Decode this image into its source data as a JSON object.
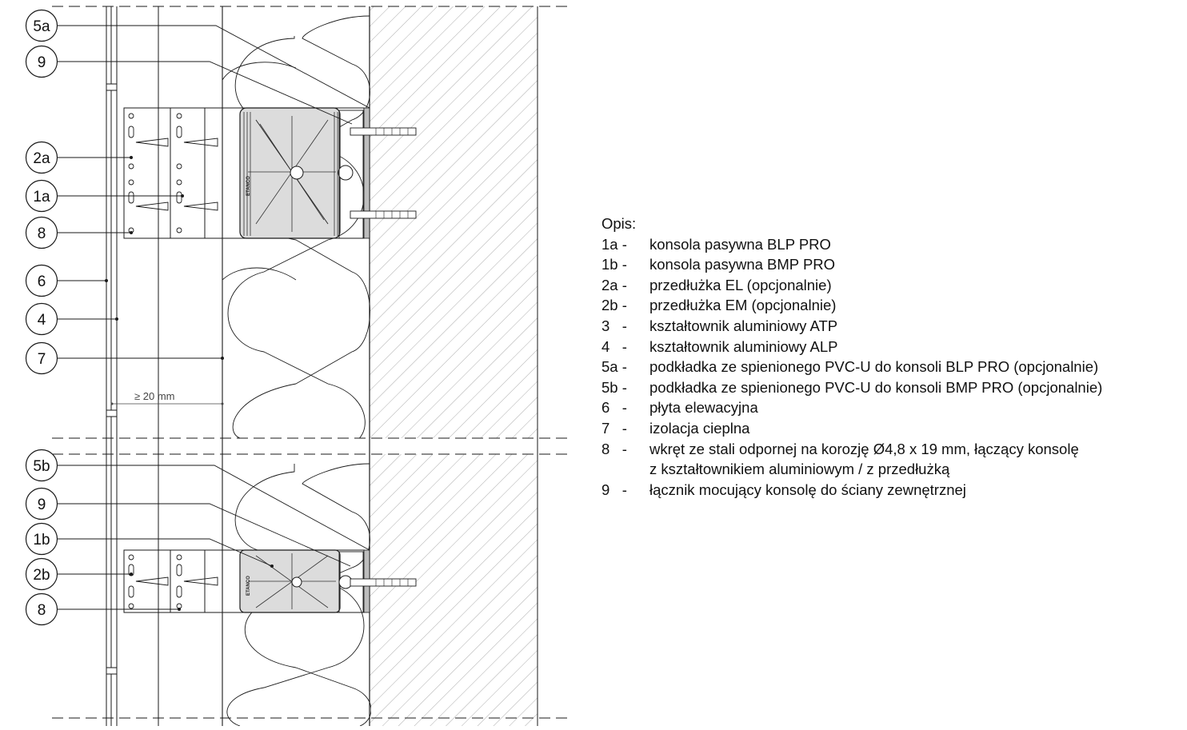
{
  "callouts": {
    "top": [
      "5a",
      "9",
      "2a",
      "1a",
      "8",
      "6",
      "4",
      "7"
    ],
    "bottom": [
      "5b",
      "9",
      "1b",
      "2b",
      "8"
    ]
  },
  "dimension_label": "≥ 20 mm",
  "brand_mark": "ETANCO",
  "legend": {
    "title": "Opis:",
    "items": [
      {
        "num": "1a -",
        "text": "konsola pasywna BLP PRO"
      },
      {
        "num": "1b -",
        "text": "konsola pasywna BMP PRO"
      },
      {
        "num": "2a -",
        "text": "przedłużka EL (opcjonalnie)"
      },
      {
        "num": "2b -",
        "text": "przedłużka EM (opcjonalnie)"
      },
      {
        "num": "3   -",
        "text": "kształtownik aluminiowy ATP"
      },
      {
        "num": "4   -",
        "text": "kształtownik aluminiowy ALP"
      },
      {
        "num": "5a -",
        "text": "podkładka ze spienionego PVC-U do konsoli BLP PRO (opcjonalnie)"
      },
      {
        "num": "5b -",
        "text": "podkładka ze spienionego PVC-U do konsoli BMP PRO (opcjonalnie)"
      },
      {
        "num": "6   -",
        "text": "płyta elewacyjna"
      },
      {
        "num": "7   -",
        "text": "izolacja cieplna"
      },
      {
        "num": "8   -",
        "text": "wkręt ze stali odpornej na korozję Ø4,8 x 19 mm, łączący konsolę"
      },
      {
        "num": "",
        "text": "z kształtownikiem aluminiowym / z przedłużką"
      },
      {
        "num": "9   -",
        "text": "łącznik mocujący konsolę do ściany zewnętrznej"
      }
    ]
  },
  "colors": {
    "line": "#1a1a1a",
    "pad": "#dcdcdc",
    "hatch": "#8a8a8a"
  }
}
